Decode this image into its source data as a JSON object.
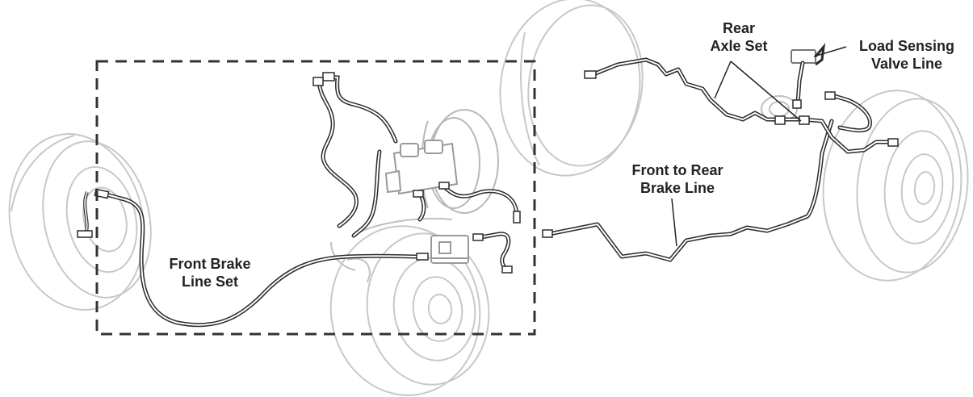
{
  "diagram": {
    "labels": {
      "rear_axle_set": [
        "Rear",
        "Axle Set"
      ],
      "load_sensing_valve_line": [
        "Load Sensing",
        "Valve Line"
      ],
      "front_to_rear_brake_line": [
        "Front to Rear",
        "Brake Line"
      ],
      "front_brake_line_set": [
        "Front Brake",
        "Line Set"
      ]
    },
    "colors": {
      "tire_outline": "#c8c8c8",
      "brake_line": "#2b2b2b",
      "brake_line_fill": "#ffffff",
      "component_outline": "#b8b8b8",
      "callout_line": "#222222",
      "dashed_box": "#333333",
      "label_text": "#222222"
    }
  }
}
